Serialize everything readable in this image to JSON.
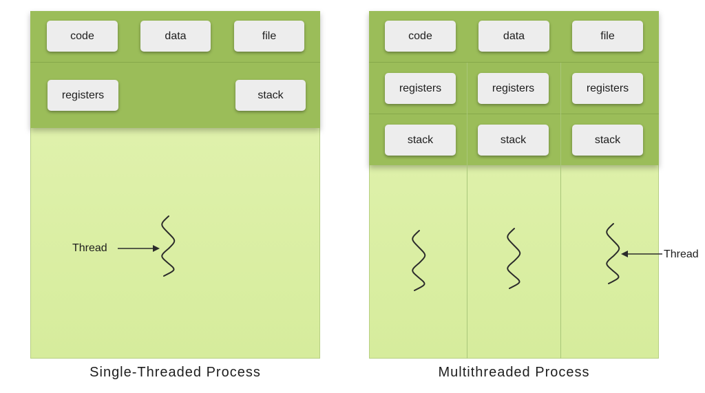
{
  "single": {
    "caption": "Single-Threaded Process",
    "code": "code",
    "data": "data",
    "file": "file",
    "registers": "registers",
    "stack": "stack",
    "thread_label": "Thread"
  },
  "multi": {
    "caption": "Multithreaded Process",
    "code": "code",
    "data": "data",
    "file": "file",
    "registers": [
      "registers",
      "registers",
      "registers"
    ],
    "stacks": [
      "stack",
      "stack",
      "stack"
    ],
    "thread_label": "Thread"
  }
}
